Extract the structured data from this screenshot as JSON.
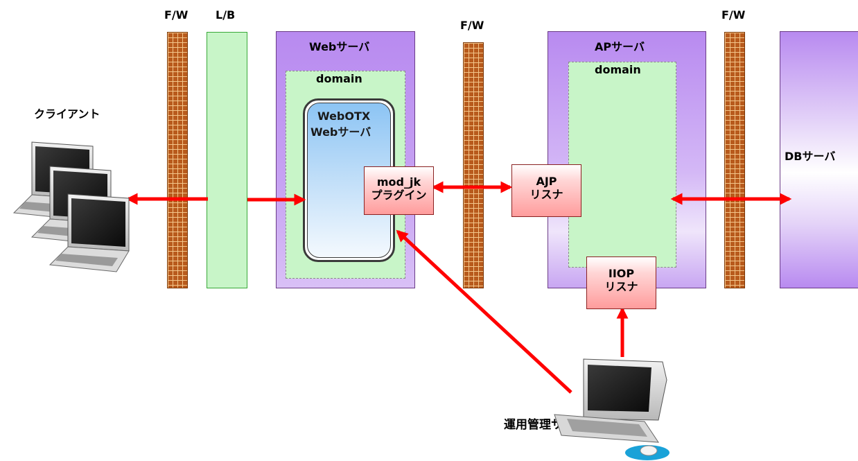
{
  "labels": {
    "fw_left": "F/W",
    "lb": "L/B",
    "fw_mid": "F/W",
    "fw_right": "F/W",
    "client": "クライアント",
    "web_server": "Webサーバ",
    "web_domain": "domain",
    "webotx_line1": "WebOTX",
    "webotx_line2": "Webサーバ",
    "modjk_line1": "mod_jk",
    "modjk_line2": "プラグイン",
    "ap_server": "APサーバ",
    "ap_domain": "domain",
    "ajp_line1": "AJP",
    "ajp_line2": "リスナ",
    "iiop_line1": "IIOP",
    "iiop_line2": "リスナ",
    "db_server": "DBサーバ",
    "mgmt_server": "運用管理サーバ"
  },
  "colors": {
    "arrow": "#ff0000",
    "firewall": "#b85a1c",
    "server": "#b88af0",
    "domain": "#c8f5c8",
    "listener": "#ff9c9c"
  },
  "icons": [
    "laptop-icon",
    "desktop-pc-icon",
    "mouse-icon"
  ]
}
